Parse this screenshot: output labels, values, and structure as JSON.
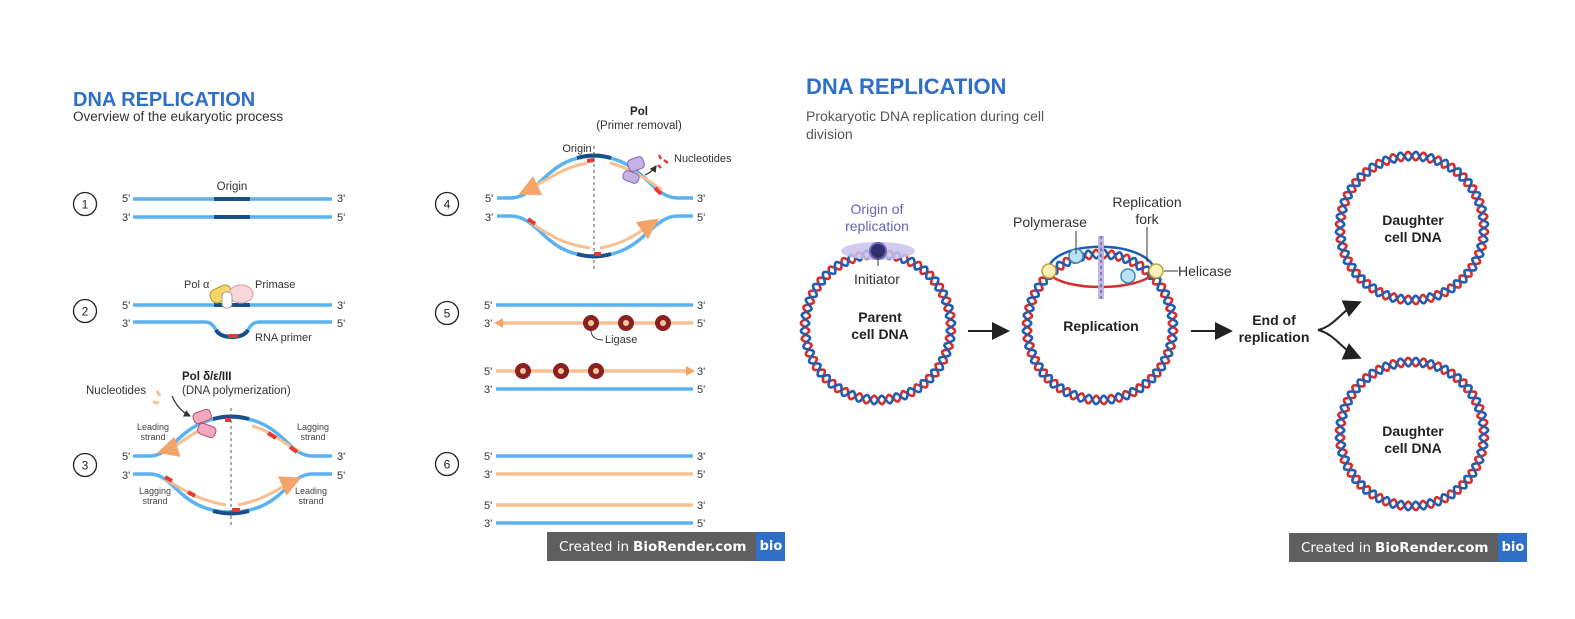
{
  "left_panel": {
    "title": "DNA REPLICATION",
    "subtitle": "Overview of the eukaryotic process",
    "step_numbers": [
      "1",
      "2",
      "3",
      "4",
      "5",
      "6"
    ],
    "strand_five": "5'",
    "strand_three": "3'",
    "step1": {
      "origin_label": "Origin"
    },
    "step2": {
      "pol_alpha_label": "Pol α",
      "primase_label": "Primase",
      "rna_primer_label": "RNA primer"
    },
    "step3": {
      "pol_label": "Pol δ/ε/III",
      "pol_sublabel": "(DNA polymerization)",
      "nucleotides_label": "Nucleotides",
      "leading_strand_top": [
        "Leading",
        "strand"
      ],
      "lagging_strand_top": [
        "Lagging",
        "strand"
      ],
      "lagging_strand_bottom": [
        "Lagging",
        "strand"
      ],
      "leading_strand_bottom": [
        "Leading",
        "strand"
      ]
    },
    "step4": {
      "pol_label": "Pol",
      "pol_sublabel": "(Primer removal)",
      "origin_label": "Origin",
      "nucleotides_label": "Nucleotides"
    },
    "step5": {
      "ligase_label": "Ligase"
    }
  },
  "right_panel": {
    "title": "DNA REPLICATION",
    "subtitle_lines": [
      "Prokaryotic DNA replication during cell",
      "division"
    ],
    "origin_label": [
      "Origin of",
      "replication"
    ],
    "initiator_label": "Initiator",
    "parent_label": [
      "Parent",
      "cell DNA"
    ],
    "polymerase_label": "Polymerase",
    "fork_label": [
      "Replication",
      "fork"
    ],
    "helicase_label": "Helicase",
    "replication_label": "Replication",
    "end_label": [
      "End of",
      "replication"
    ],
    "daughter_top_label": [
      "Daughter",
      "cell DNA"
    ],
    "daughter_bottom_label": [
      "Daughter",
      "cell DNA"
    ]
  },
  "watermark": {
    "prefix": "Created in",
    "brand": "BioRender.com",
    "logo": "bio"
  },
  "colors": {
    "title_blue": "#2f6fc7",
    "dna_light_blue": "#5ab3f0",
    "dna_dark_blue": "#1b4f8a",
    "new_strand_orange": "#f9bf8f",
    "primer_red": "#e53935",
    "helix_red": "#d32f2f",
    "helix_blue": "#1e5fb3",
    "origin_purple": "#6b63b5",
    "badge_gray": "#5f5f5f"
  }
}
